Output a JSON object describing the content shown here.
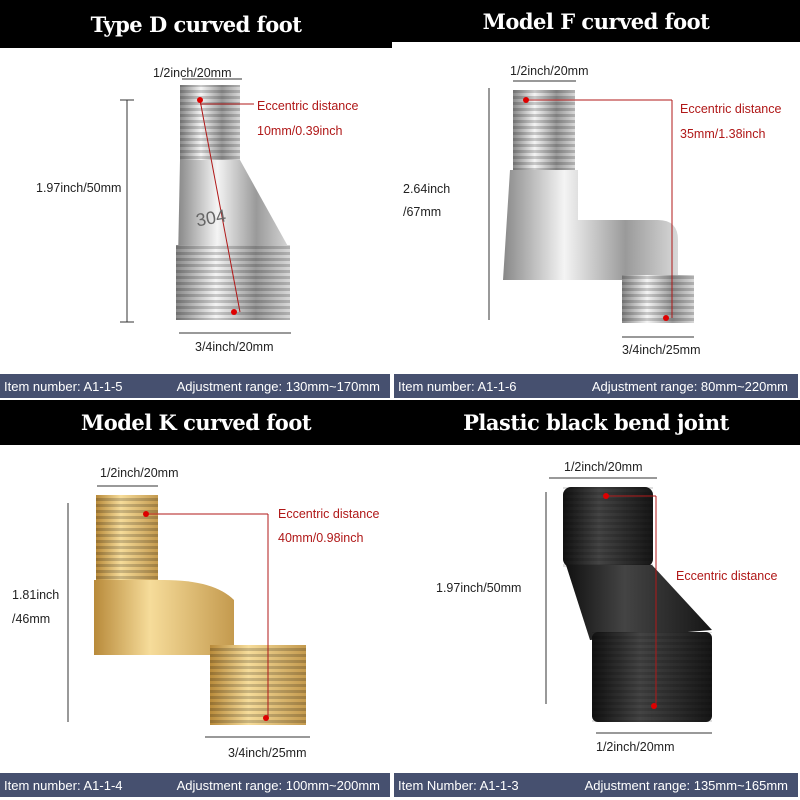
{
  "panels": [
    {
      "title": "Type D curved foot",
      "top_dim": "1/2inch/20mm",
      "height_dim": "1.97inch/50mm",
      "bottom_dim": "3/4inch/20mm",
      "eccentric_label": "Eccentric distance",
      "eccentric_value": "10mm/0.39inch",
      "stamp": "304",
      "item": "Item number: A1-1-5",
      "range": "Adjustment range: 130mm~170mm"
    },
    {
      "title": "Model F curved foot",
      "top_dim": "1/2inch/20mm",
      "height_dim_1": "2.64inch",
      "height_dim_2": "/67mm",
      "bottom_dim": "3/4inch/25mm",
      "eccentric_label": "Eccentric distance",
      "eccentric_value": "35mm/1.38inch",
      "item": "Item number: A1-1-6",
      "range": "Adjustment range: 80mm~220mm"
    },
    {
      "title": "Model K curved foot",
      "top_dim": "1/2inch/20mm",
      "height_dim_1": "1.81inch",
      "height_dim_2": "/46mm",
      "bottom_dim": "3/4inch/25mm",
      "eccentric_label": "Eccentric distance",
      "eccentric_value": "40mm/0.98inch",
      "item": "Item number: A1-1-4",
      "range": "Adjustment range: 100mm~200mm"
    },
    {
      "title": "Plastic black bend joint",
      "top_dim": "1/2inch/20mm",
      "height_dim": "1.97inch/50mm",
      "bottom_dim": "1/2inch/20mm",
      "eccentric_label": "Eccentric distance",
      "item": "Item Number: A1-1-3",
      "range": "Adjustment range: 135mm~165mm"
    }
  ],
  "colors": {
    "bar": "#46506f",
    "title_bg": "#000000",
    "accent_red": "#b01818"
  }
}
